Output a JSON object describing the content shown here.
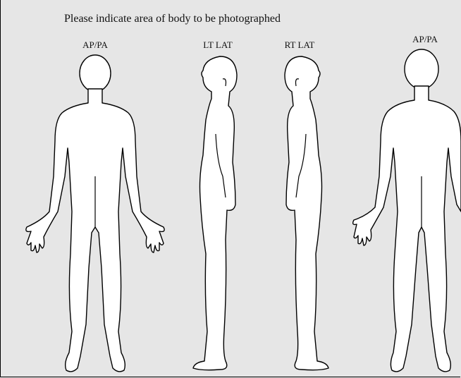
{
  "instruction": "Please indicate area of body to be photographed",
  "views": [
    {
      "label": "AP/PA",
      "orientation": "front"
    },
    {
      "label": "LT LAT",
      "orientation": "left-lateral"
    },
    {
      "label": "RT LAT",
      "orientation": "right-lateral"
    },
    {
      "label": "AP/PA",
      "orientation": "back"
    }
  ]
}
